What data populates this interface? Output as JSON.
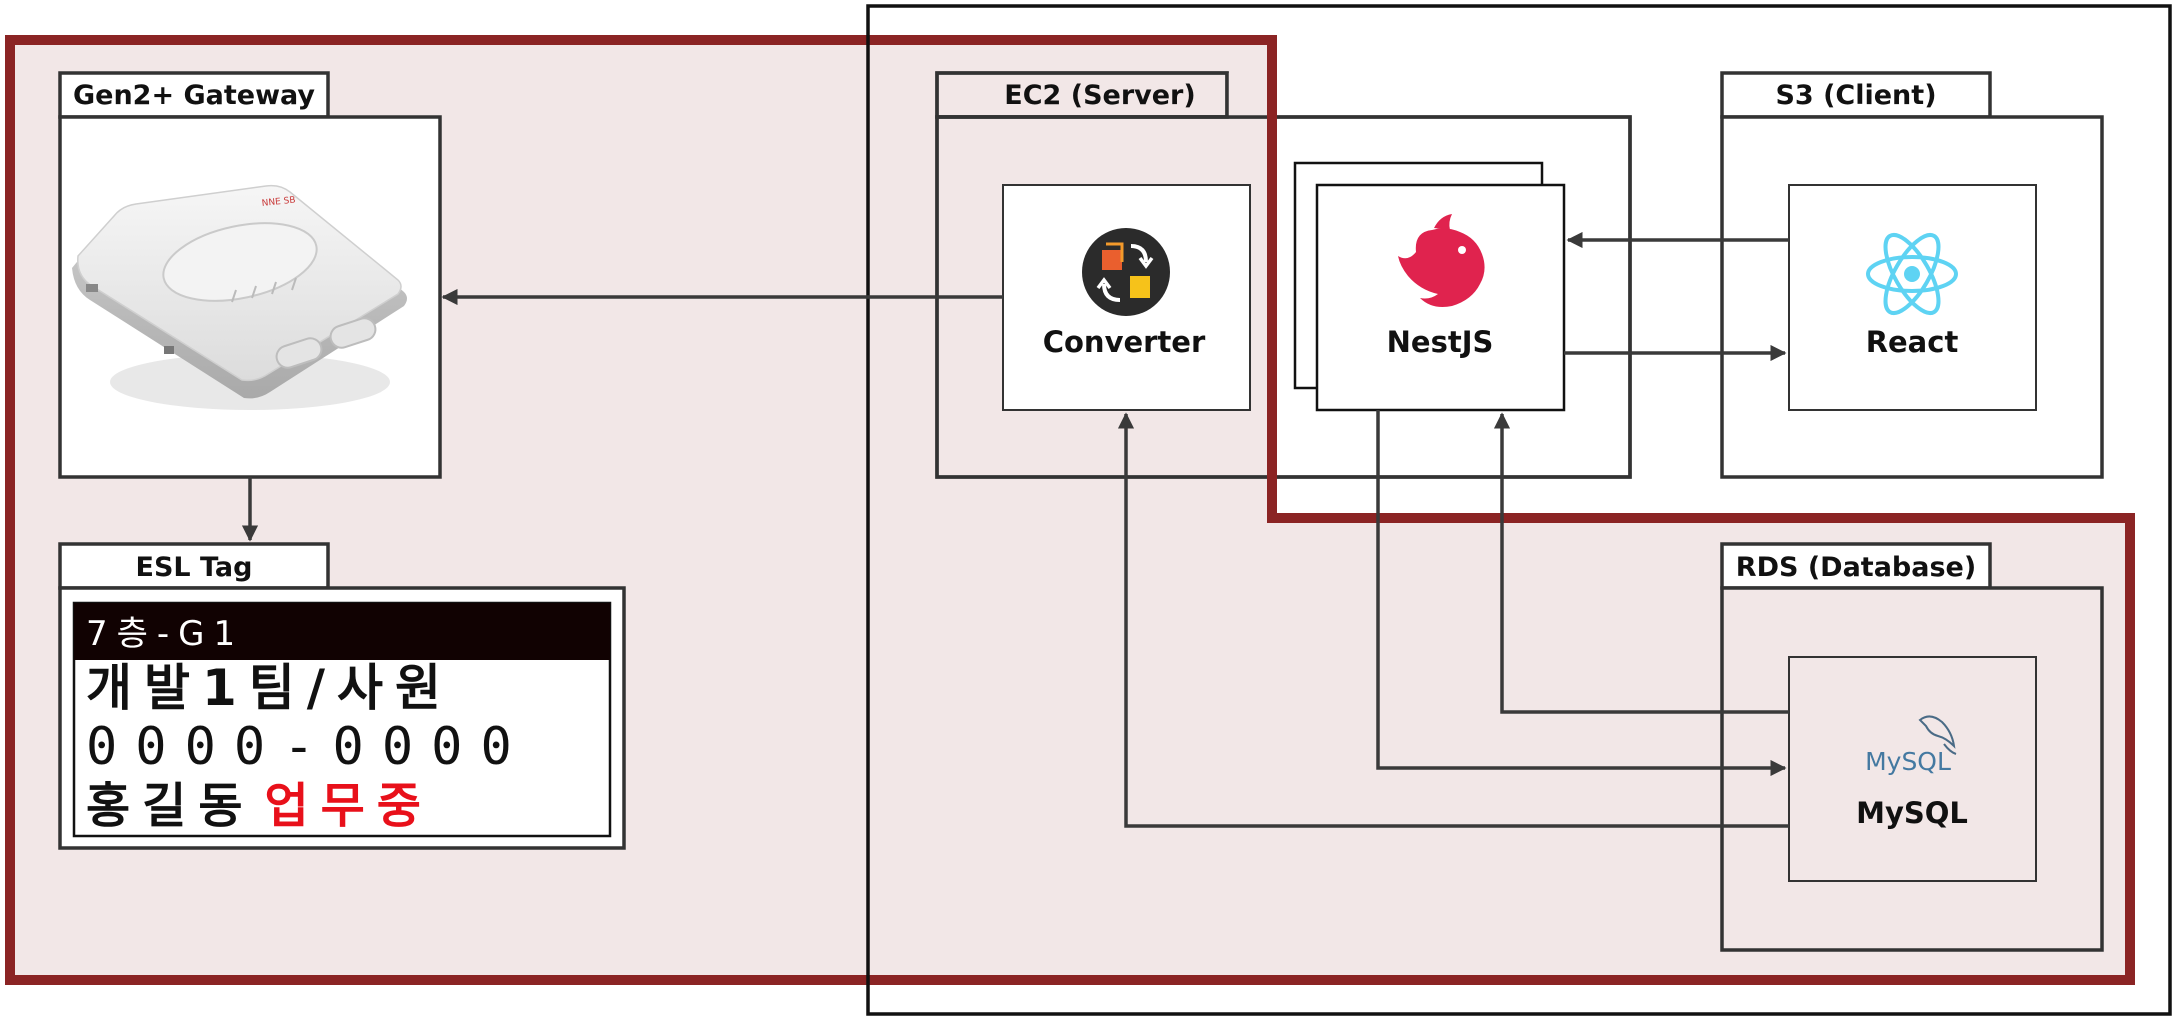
{
  "colors": {
    "highlight_border": "#8b2424",
    "highlight_fill": "#f2e7e7",
    "line": "#3a3a3a",
    "esl_red": "#e8101a"
  },
  "gateway": {
    "title": "Gen2+ Gateway",
    "device_mark": "NNE SB"
  },
  "esl": {
    "title": "ESL Tag",
    "line1": "7층-G1",
    "line2": "개발1팀/사원",
    "line3": "0000-0000",
    "line4_name": "홍길동",
    "line4_status": "업무중"
  },
  "ec2": {
    "title": "EC2 (Server)",
    "converter_label": "Converter"
  },
  "nest": {
    "label": "NestJS"
  },
  "s3": {
    "title": "S3 (Client)",
    "react_label": "React"
  },
  "rds": {
    "title": "RDS (Database)",
    "mysql_logo_text": "MySQL",
    "mysql_label": "MySQL"
  },
  "icons": [
    "gateway-device-image",
    "converter-icon",
    "nestjs-icon",
    "react-icon",
    "mysql-icon"
  ]
}
